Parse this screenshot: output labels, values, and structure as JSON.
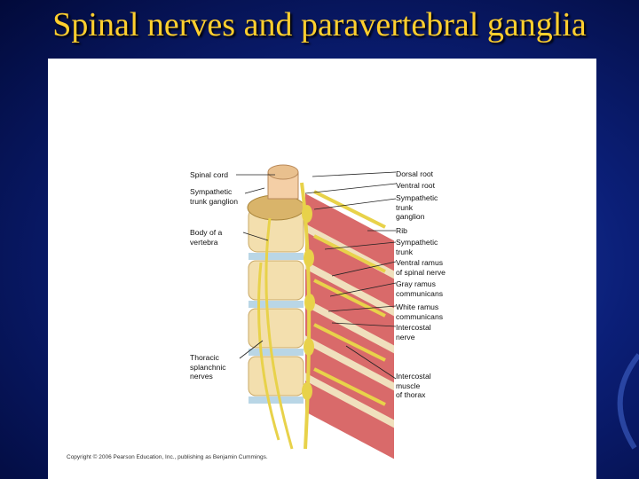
{
  "slide": {
    "title": "Spinal nerves and paravertebral ganglia"
  },
  "figure": {
    "left_labels": [
      "Spinal cord",
      "Sympathetic\ntrunk ganglion",
      "Body of a\nvertebra",
      "Thoracic\nsplanchnic\nnerves"
    ],
    "right_labels": [
      "Dorsal root",
      "Ventral root",
      "Sympathetic\ntrunk\nganglion",
      "Rib",
      "Sympathetic\ntrunk",
      "Ventral ramus\nof spinal nerve",
      "Gray ramus\ncommunicans",
      "White ramus\ncommunicans",
      "Intercostal\nnerve",
      "Intercostal\nmuscle\nof thorax"
    ],
    "copyright": "Copyright © 2006 Pearson Education, Inc., publishing as Benjamin Cummings."
  },
  "colors": {
    "title": "#ffcf2e",
    "background": "#0b1f78",
    "nerve": "#e8d24a",
    "bone": "#f3dfae",
    "disc": "#b9d6e6",
    "muscle": "#d96a6a"
  }
}
